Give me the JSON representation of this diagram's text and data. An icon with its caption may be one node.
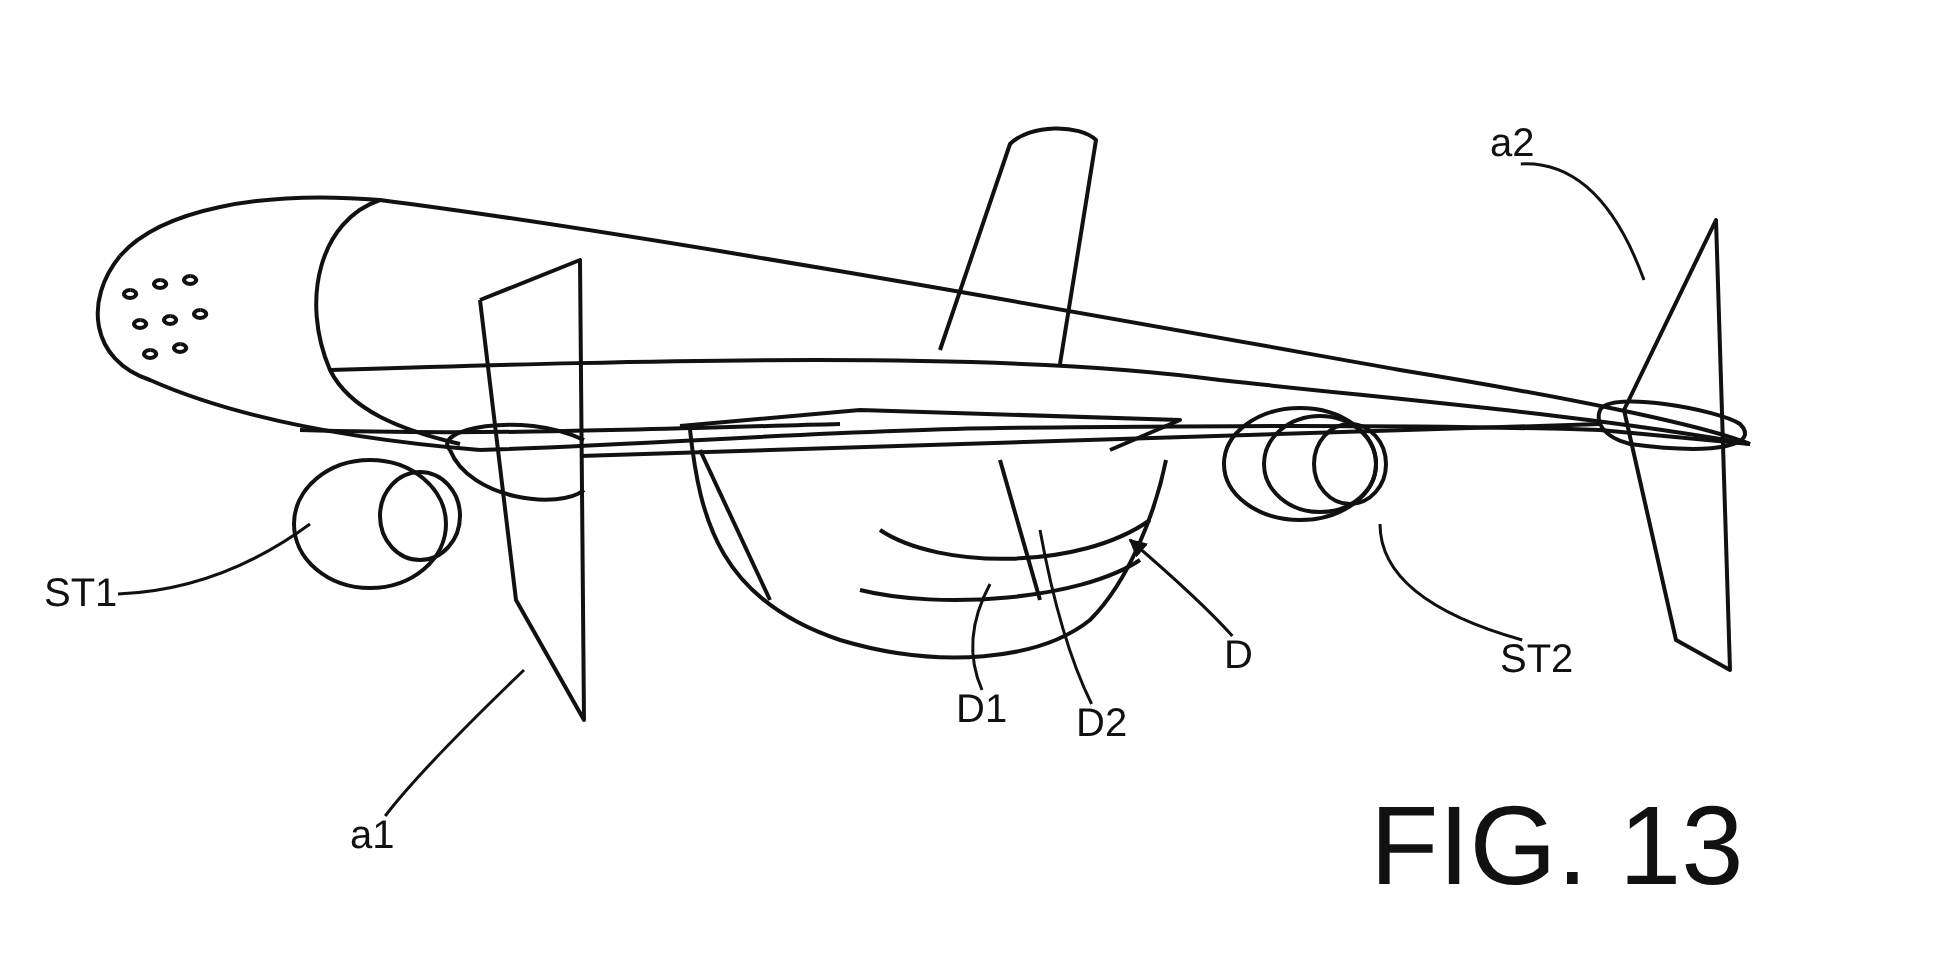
{
  "diagram": {
    "caption": "FIG. 13",
    "nodes": [
      {
        "text": [
          "a2"
        ]
      },
      {
        "text": [
          "ST1"
        ]
      },
      {
        "text": [
          "D"
        ]
      },
      {
        "text": [
          "ST2"
        ]
      },
      {
        "text": [
          "D1"
        ]
      },
      {
        "text": [
          "D2"
        ]
      },
      {
        "text": [
          "a1"
        ]
      }
    ],
    "edges": [
      {
        "from": 0,
        "to": null,
        "arrow": "none"
      },
      {
        "from": 1,
        "to": null,
        "arrow": "none"
      },
      {
        "from": 2,
        "to": null,
        "arrow": "to"
      },
      {
        "from": 3,
        "to": null,
        "arrow": "none"
      },
      {
        "from": 4,
        "to": null,
        "arrow": "none"
      },
      {
        "from": 5,
        "to": null,
        "arrow": "none"
      },
      {
        "from": 6,
        "to": null,
        "arrow": "none"
      }
    ]
  }
}
